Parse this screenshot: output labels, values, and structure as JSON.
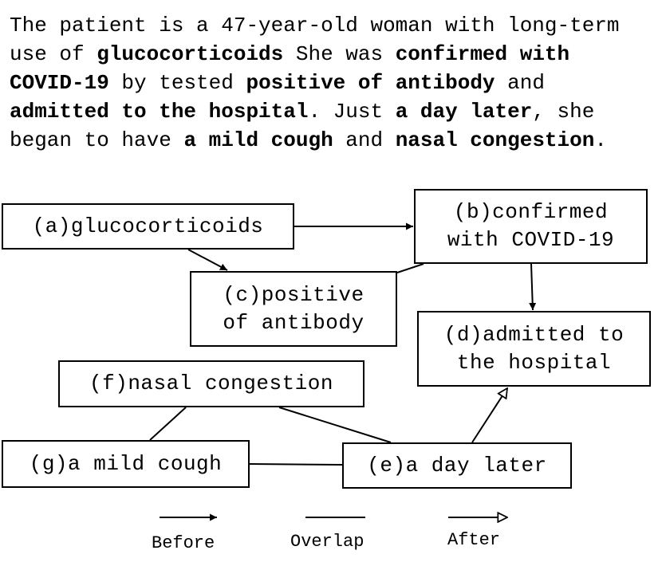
{
  "narrative": [
    {
      "text": "The patient is a 47-year-old woman with long-term use of ",
      "bold": false
    },
    {
      "text": "glucocorticoids",
      "bold": true
    },
    {
      "text": " She was ",
      "bold": false
    },
    {
      "text": "confirmed with COVID-19",
      "bold": true
    },
    {
      "text": " by tested ",
      "bold": false
    },
    {
      "text": "positive of antibody",
      "bold": true
    },
    {
      "text": " and ",
      "bold": false
    },
    {
      "text": "admitted to the hospital",
      "bold": true
    },
    {
      "text": ". Just ",
      "bold": false
    },
    {
      "text": "a day later",
      "bold": true
    },
    {
      "text": ", she began to have ",
      "bold": false
    },
    {
      "text": "a mild cough",
      "bold": true
    },
    {
      "text": " and ",
      "bold": false
    },
    {
      "text": "nasal congestion",
      "bold": true
    },
    {
      "text": ".",
      "bold": false
    }
  ],
  "nodes": {
    "a": {
      "line1": "(a)glucocorticoids",
      "line2": ""
    },
    "b": {
      "line1": "(b)confirmed",
      "line2": "with COVID-19"
    },
    "c": {
      "line1": "(c)positive",
      "line2": "of antibody"
    },
    "d": {
      "line1": "(d)admitted to",
      "line2": "the hospital"
    },
    "e": {
      "line1": "(e)a day later",
      "line2": ""
    },
    "f": {
      "line1": "(f)nasal congestion",
      "line2": ""
    },
    "g": {
      "line1": "(g)a mild cough",
      "line2": ""
    }
  },
  "edges": [
    {
      "from": "a",
      "to": "b",
      "relation": "before"
    },
    {
      "from": "a",
      "to": "c",
      "relation": "before"
    },
    {
      "from": "b",
      "to": "c",
      "relation": "overlap"
    },
    {
      "from": "b",
      "to": "d",
      "relation": "before"
    },
    {
      "from": "e",
      "to": "d",
      "relation": "after"
    },
    {
      "from": "f",
      "to": "g",
      "relation": "overlap"
    },
    {
      "from": "f",
      "to": "e",
      "relation": "overlap"
    },
    {
      "from": "g",
      "to": "e",
      "relation": "overlap"
    }
  ],
  "legend": {
    "before": "Before",
    "overlap": "Overlap",
    "after": "After"
  }
}
